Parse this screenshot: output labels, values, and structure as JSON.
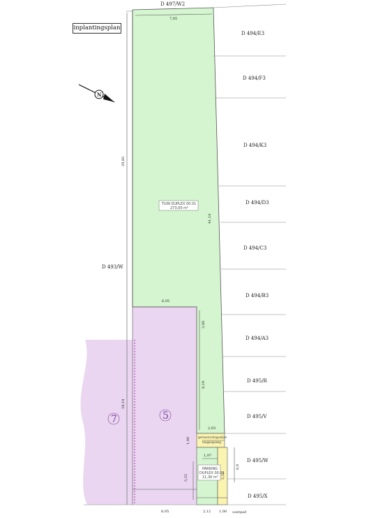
{
  "plan": {
    "title": "inplantingsplan",
    "parcels": [
      {
        "id": "w2",
        "label": "D 497/W2"
      },
      {
        "id": "e3",
        "label": "D 494/E3"
      },
      {
        "id": "f3",
        "label": "D 494/F3"
      },
      {
        "id": "k3",
        "label": "D 494/K3"
      },
      {
        "id": "d3",
        "label": "D 494/D3"
      },
      {
        "id": "c3",
        "label": "D 494/C3"
      },
      {
        "id": "b3",
        "label": "D 494/B3"
      },
      {
        "id": "a3",
        "label": "D 494/A3"
      },
      {
        "id": "r",
        "label": "D 495/R"
      },
      {
        "id": "v",
        "label": "D 495/V"
      },
      {
        "id": "w",
        "label": "D 495/W"
      },
      {
        "id": "x",
        "label": "D 495/X"
      },
      {
        "id": "w493",
        "label": "D 493/W"
      }
    ],
    "dimensions": {
      "top_width": "7,85",
      "left_length": "29,85",
      "right_length": "41,14",
      "mid_width": "6,05",
      "seg_a": "3,00",
      "seg_b": "9,19",
      "total_left": "18,14",
      "seg_c": "2,93",
      "seg_d": "1,00",
      "seg_e": "1,97",
      "seg_f": "5,55",
      "seg_g": "5,55",
      "seg_h": "6,9",
      "bottom_a": "6,05",
      "bottom_b": "2,12",
      "bottom_c": "1,00"
    },
    "tuin": {
      "line1": "TUIN DUPLEX 00.01",
      "line2": "273,00 m²"
    },
    "parking": {
      "line1": "PARKING",
      "line2": "DUPLEX 00.01",
      "line3": "11,30 m²"
    },
    "gemeenschappelijk": {
      "line1": "gemeenschappelijke",
      "line2": "toegangsweg"
    },
    "lot_numbers": {
      "left": "7",
      "right": "5"
    },
    "voetpad": "voetpad",
    "colors": {
      "garden": "#d4f5cf",
      "lots": "#ead6f0",
      "access": "#fbf3b0",
      "lines": "#666666"
    }
  }
}
